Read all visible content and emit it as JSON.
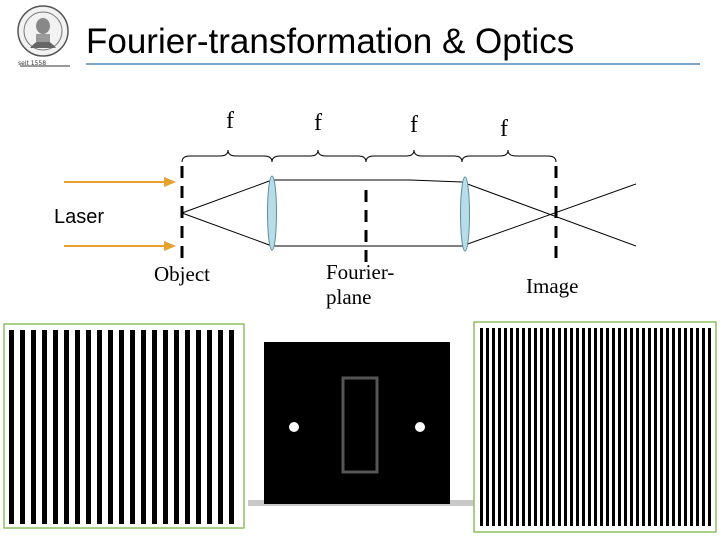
{
  "header": {
    "title": "Fourier-transformation & Optics",
    "seal_text": "seit 1558"
  },
  "diagram": {
    "focal_labels": [
      "f",
      "f",
      "f",
      "f"
    ],
    "laser_label": "Laser",
    "object_label": "Object",
    "fourier_plane_label_line1": "Fourier-",
    "fourier_plane_label_line2": "plane",
    "image_label": "Image"
  },
  "colors": {
    "laser_arrow": "#e8a030",
    "lens_fill": "#b8dde8",
    "lens_stroke": "#5a8fa0",
    "accent_line": "#2f6fb0",
    "panel_border": "#8fbf60"
  },
  "icons": {
    "seal": "university-seal-icon"
  }
}
